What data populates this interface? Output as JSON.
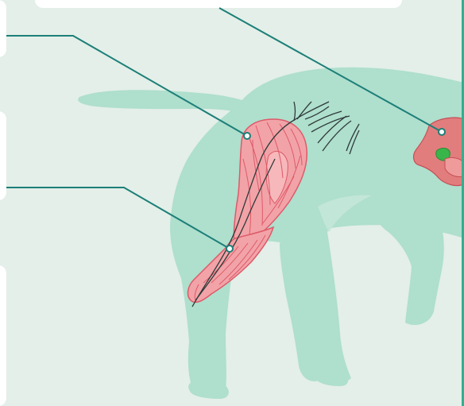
{
  "diagram": {
    "colors": {
      "background": "#e3efe8",
      "dog_silhouette": "#afdfcd",
      "leader_line": "#1c7f78",
      "muscle_fill": "#f2a3a7",
      "muscle_stroke": "#dd5a6a",
      "nerve_stroke": "#2f3a3a",
      "spine_fill": "#e27d7d",
      "spinal_cord_fill": "#39b54a",
      "edge_bar": "#2fb08f",
      "card": "#ffffff"
    },
    "labels": [
      {
        "id": "top-callout",
        "text": ""
      },
      {
        "id": "upper-left-callout",
        "text": ""
      },
      {
        "id": "middle-left-callout",
        "text": ""
      },
      {
        "id": "lower-left-callout",
        "text": ""
      }
    ]
  }
}
